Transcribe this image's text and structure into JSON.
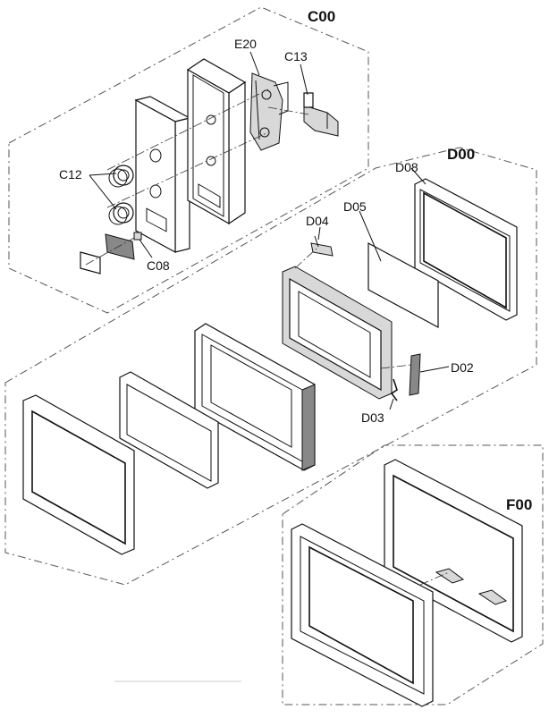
{
  "groups": {
    "c00": "C00",
    "d00": "D00",
    "f00": "F00"
  },
  "parts": {
    "e20": "E20",
    "c13": "C13",
    "c12": "C12",
    "c08": "C08",
    "d08": "D08",
    "d04": "D04",
    "d05": "D05",
    "d02": "D02",
    "d03": "D03"
  }
}
